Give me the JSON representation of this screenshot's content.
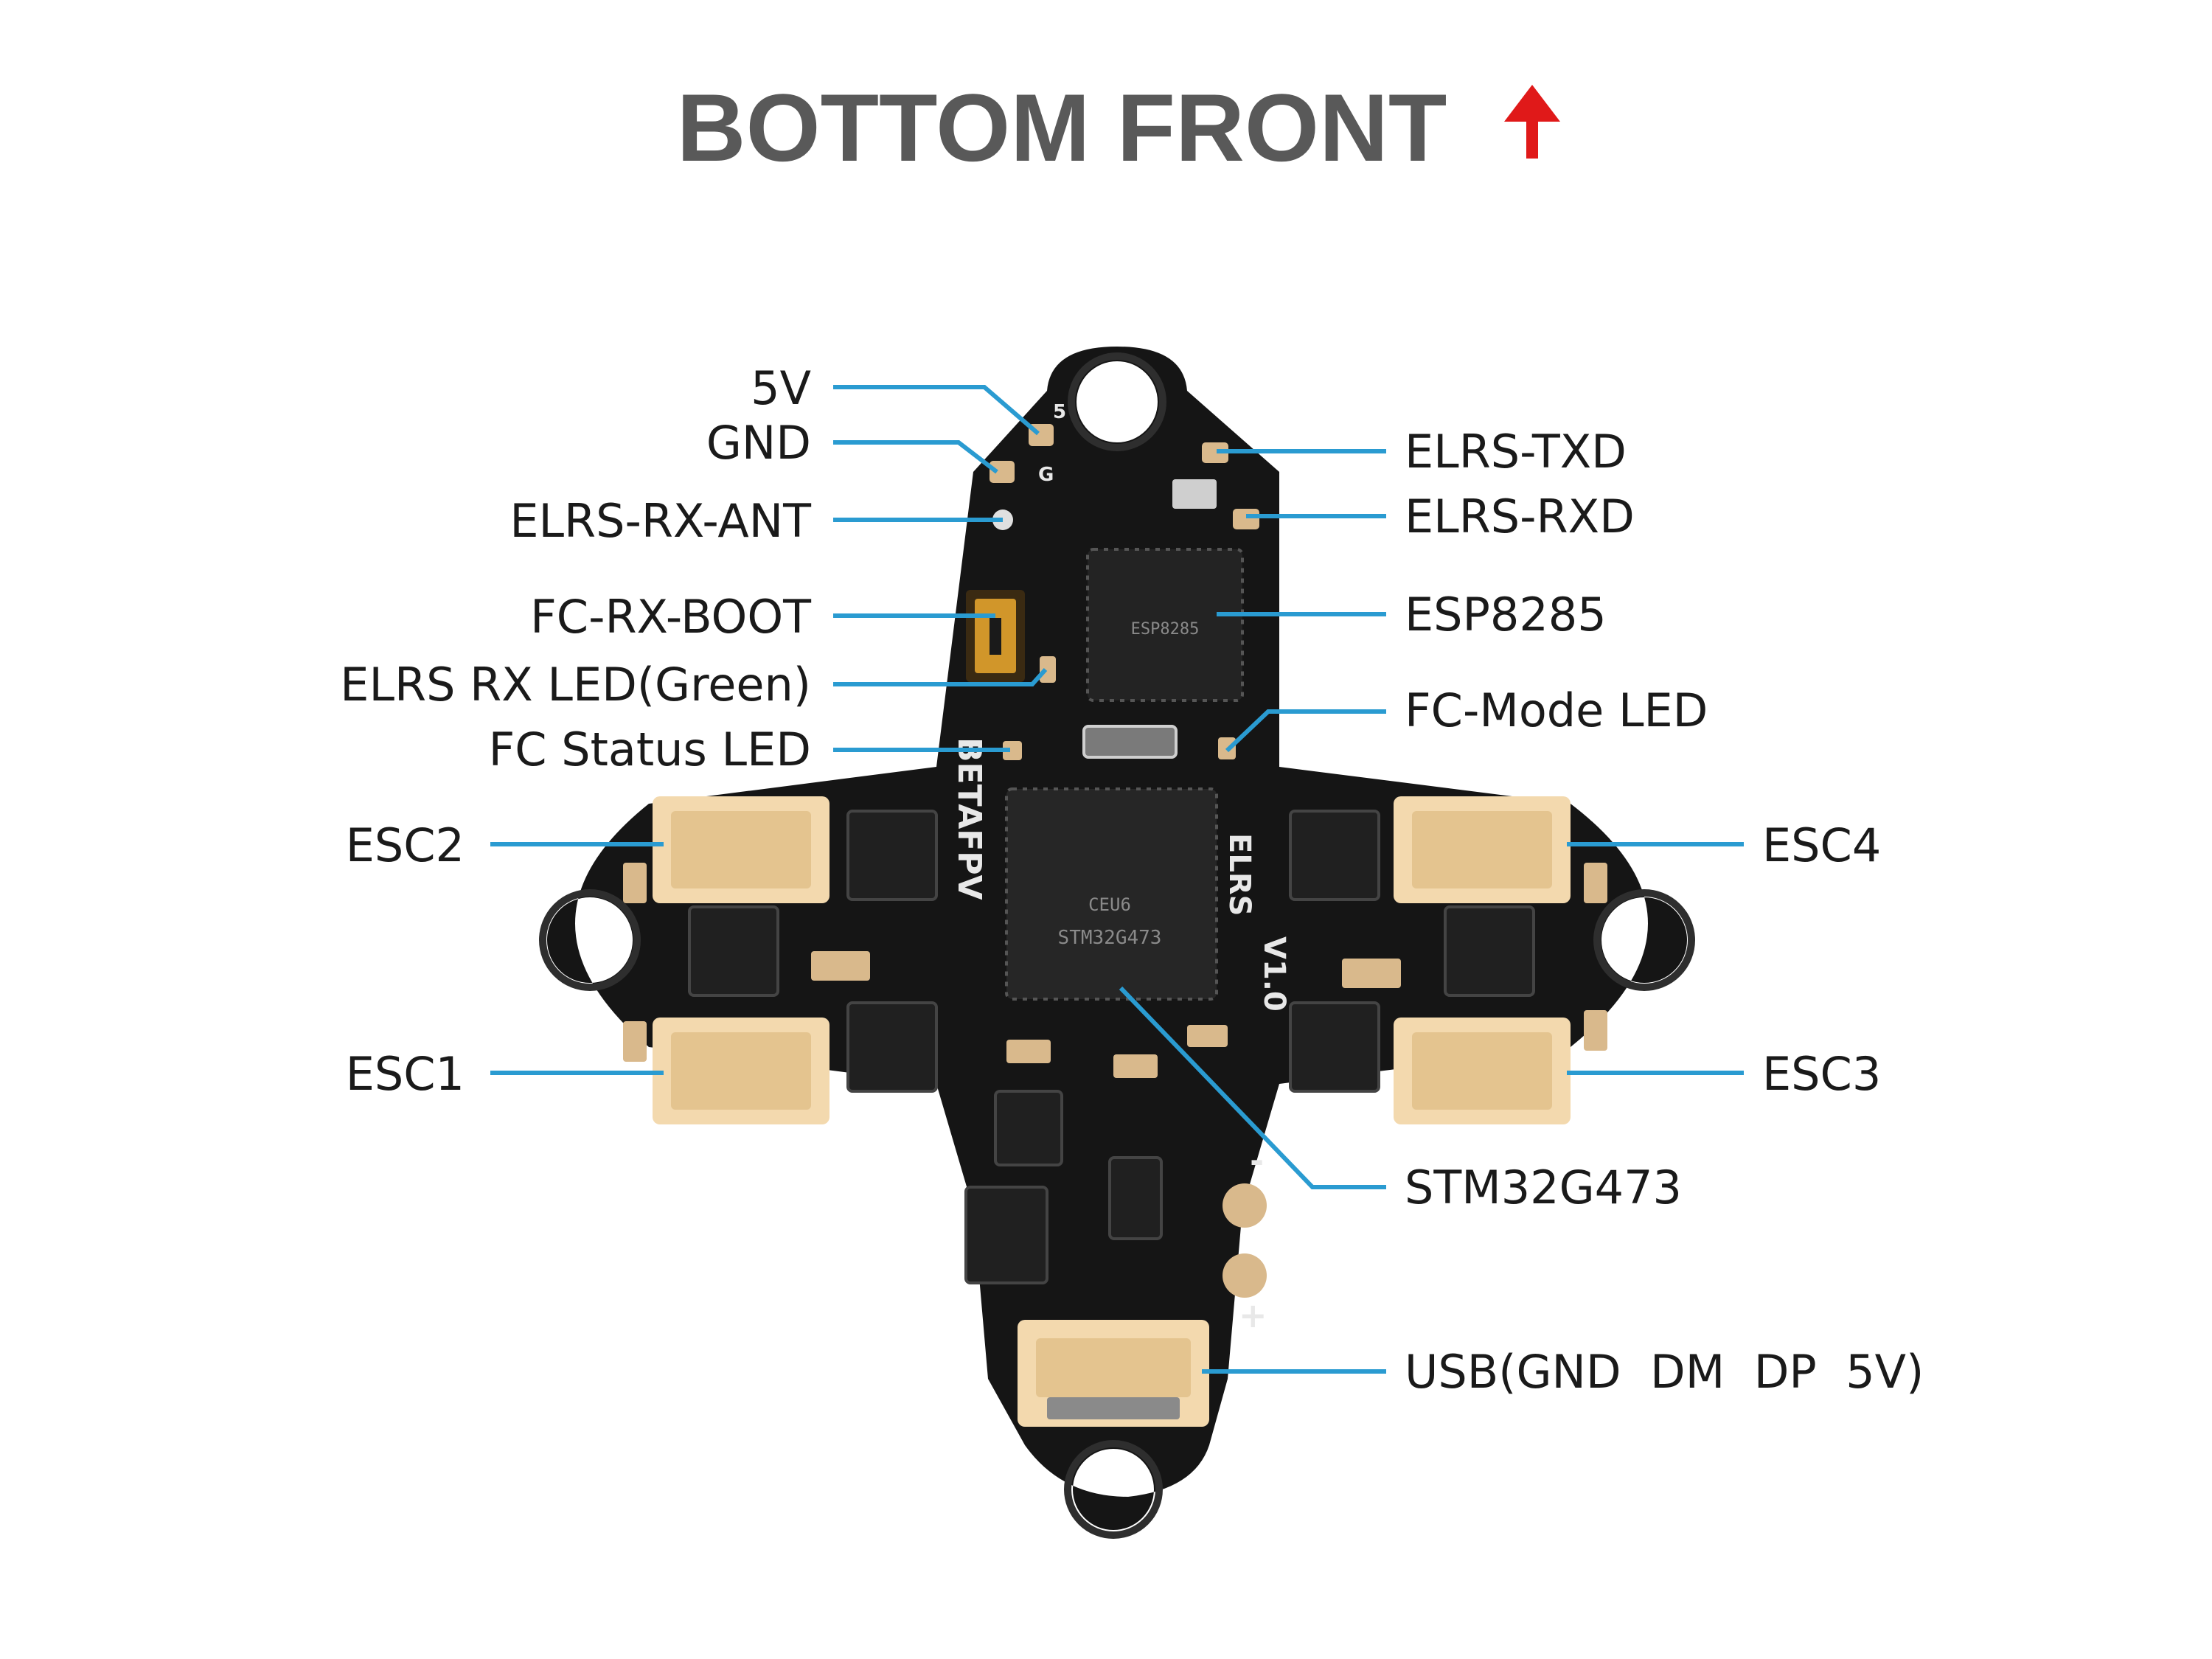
{
  "title": "BOTTOM FRONT",
  "colors": {
    "title": "#595959",
    "arrow": "#e01919",
    "leader": "#2a9bd1",
    "board": "#151515",
    "connector": "#f3d9ae",
    "pad": "#d9b98c"
  },
  "icons": {
    "direction": "up-arrow-icon"
  },
  "labels": {
    "v5": "5V",
    "gnd": "GND",
    "elrs_rx_ant": "ELRS-RX-ANT",
    "fc_rx_boot": "FC-RX-BOOT",
    "elrs_rx_led": "ELRS RX LED(Green)",
    "fc_status_led": "FC Status LED",
    "esc2": "ESC2",
    "esc1": "ESC1",
    "elrs_txd": "ELRS-TXD",
    "elrs_rxd": "ELRS-RXD",
    "esp8285": "ESP8285",
    "fc_mode_led": "FC-Mode LED",
    "esc4": "ESC4",
    "esc3": "ESC3",
    "stm32": "STM32G473",
    "usb": "USB(GND  DM  DP  5V)"
  },
  "board": {
    "brand": "BETAFPV",
    "rx": "ELRS",
    "version": "V1.0",
    "pad_5": "5",
    "pad_g": "G",
    "mcu_marking": "STM32G473",
    "mcu_code": "CEU6",
    "rf_marking": "ESP8285",
    "minus": "-",
    "plus": "+"
  }
}
